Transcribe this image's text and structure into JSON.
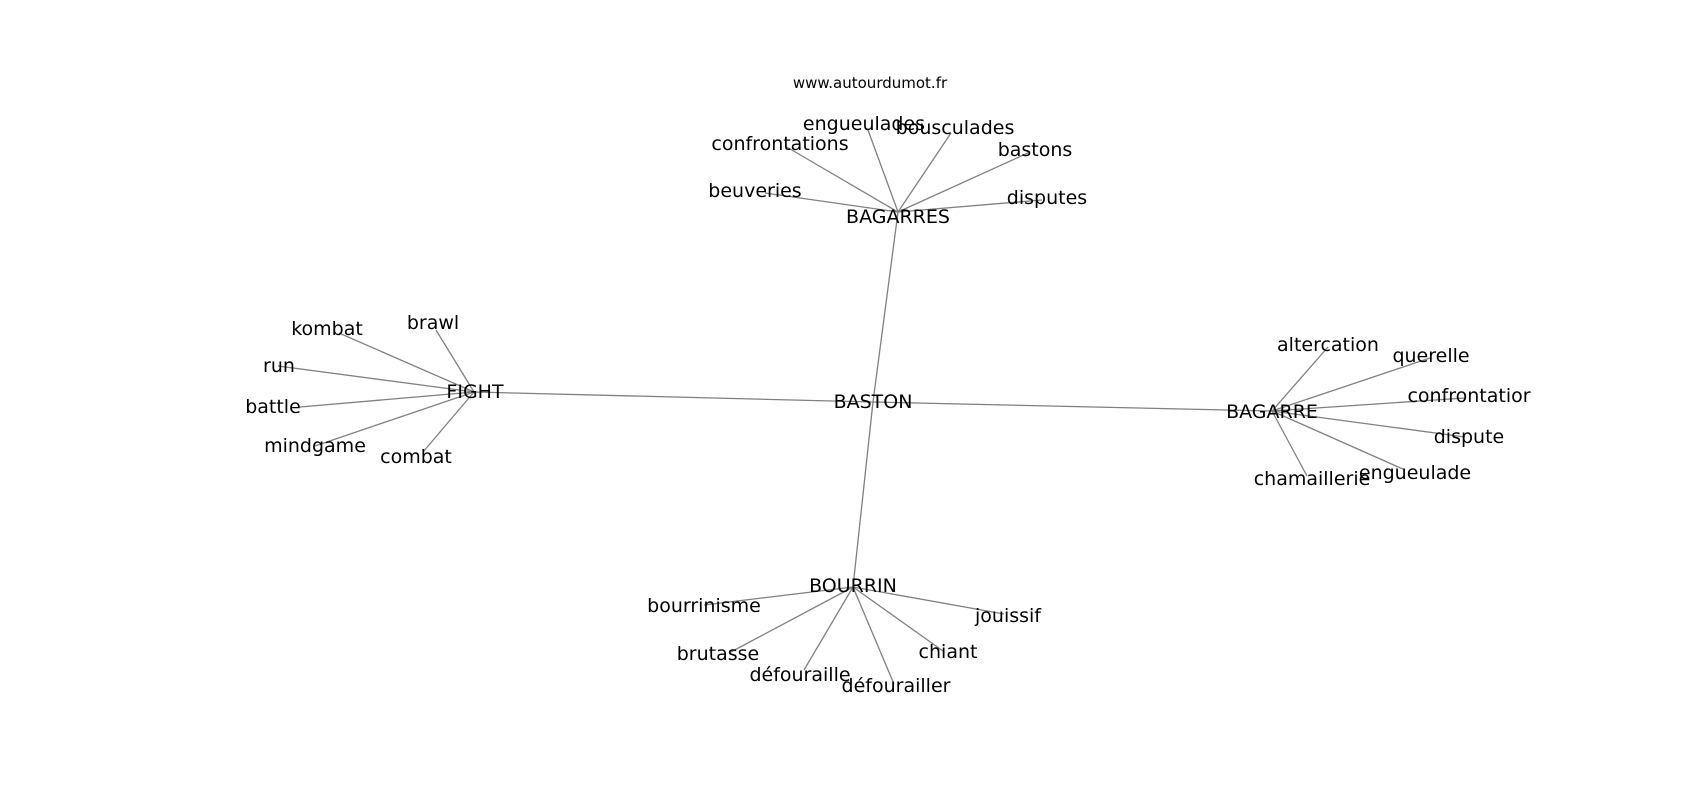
{
  "credit": "www.autourdumot.fr",
  "center": "BASTON",
  "hubs": [
    {
      "label": "BAGARRES",
      "leaves": [
        "engueulades",
        "bousculades",
        "confrontations",
        "bastons",
        "beuveries",
        "disputes"
      ]
    },
    {
      "label": "FIGHT",
      "leaves": [
        "brawl",
        "kombat",
        "run",
        "battle",
        "mindgame",
        "combat"
      ]
    },
    {
      "label": "BAGARRE",
      "leaves": [
        "altercation",
        "querelle",
        "confrontatior",
        "dispute",
        "engueulade",
        "chamaillerie"
      ]
    },
    {
      "label": "BOURRIN",
      "leaves": [
        "bourrinisme",
        "jouissif",
        "chiant",
        "brutasse",
        "défouraille",
        "défourailler"
      ]
    }
  ],
  "colors": {
    "edge": "#808080",
    "text": "#000000",
    "background": "#ffffff"
  }
}
